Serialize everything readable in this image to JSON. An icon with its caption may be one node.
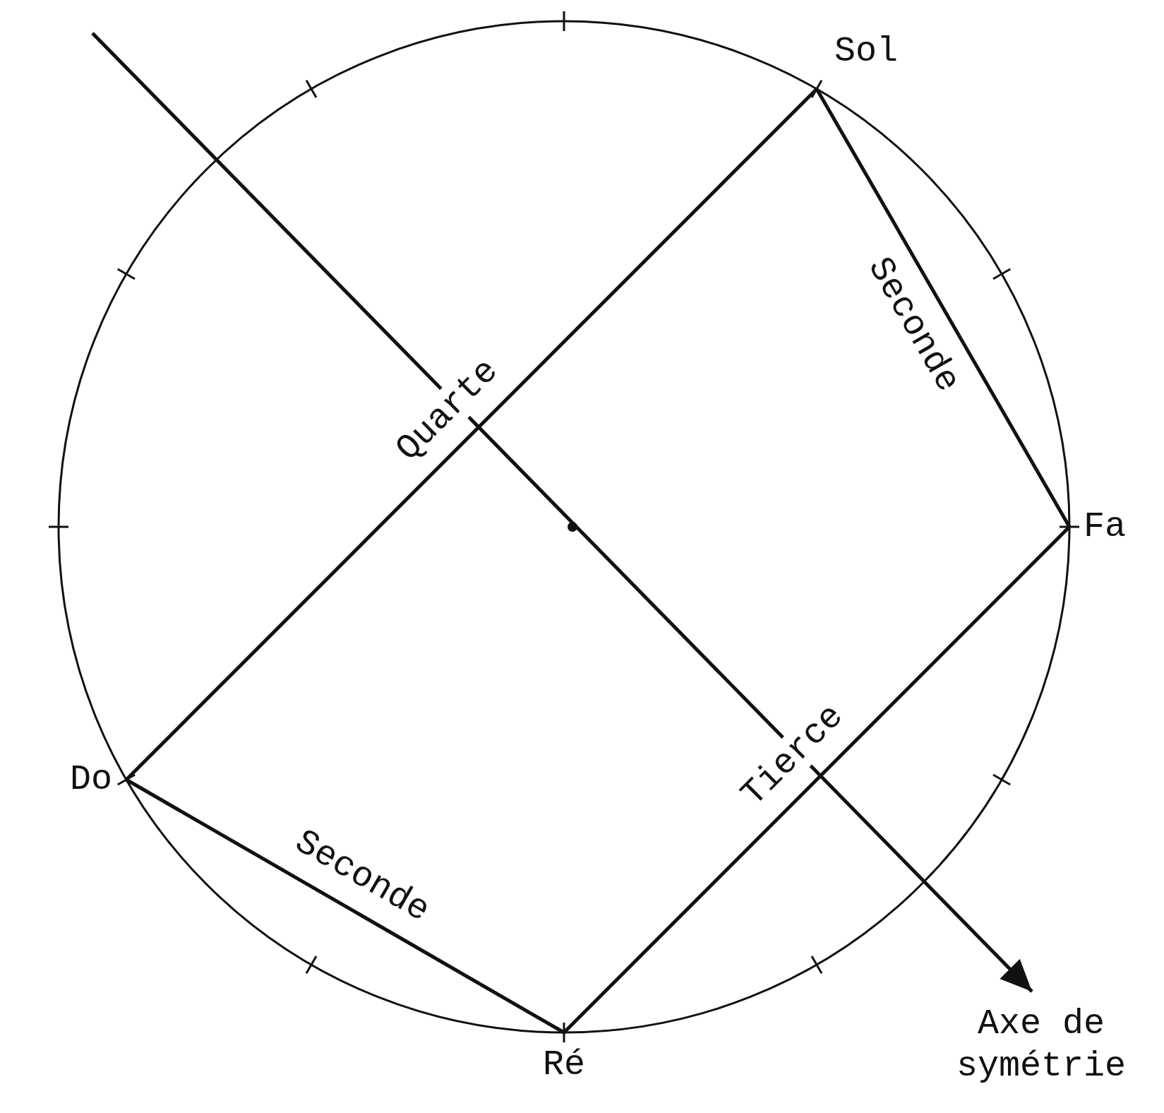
{
  "diagram": {
    "nodes": [
      {
        "text": [
          "Sol"
        ]
      },
      {
        "text": [
          "Fa"
        ]
      },
      {
        "text": [
          "Do"
        ]
      },
      {
        "text": [
          "Ré"
        ]
      }
    ],
    "edges": [
      {
        "from": 2,
        "to": 0,
        "arrow": "none",
        "label": "Quarte"
      },
      {
        "from": 0,
        "to": 1,
        "arrow": "none",
        "label": "Seconde"
      },
      {
        "from": 3,
        "to": 1,
        "arrow": "none",
        "label": "Tierce"
      },
      {
        "from": 2,
        "to": 3,
        "arrow": "none",
        "label": "Seconde"
      }
    ],
    "labels": [
      "Axe de symétrie"
    ]
  }
}
